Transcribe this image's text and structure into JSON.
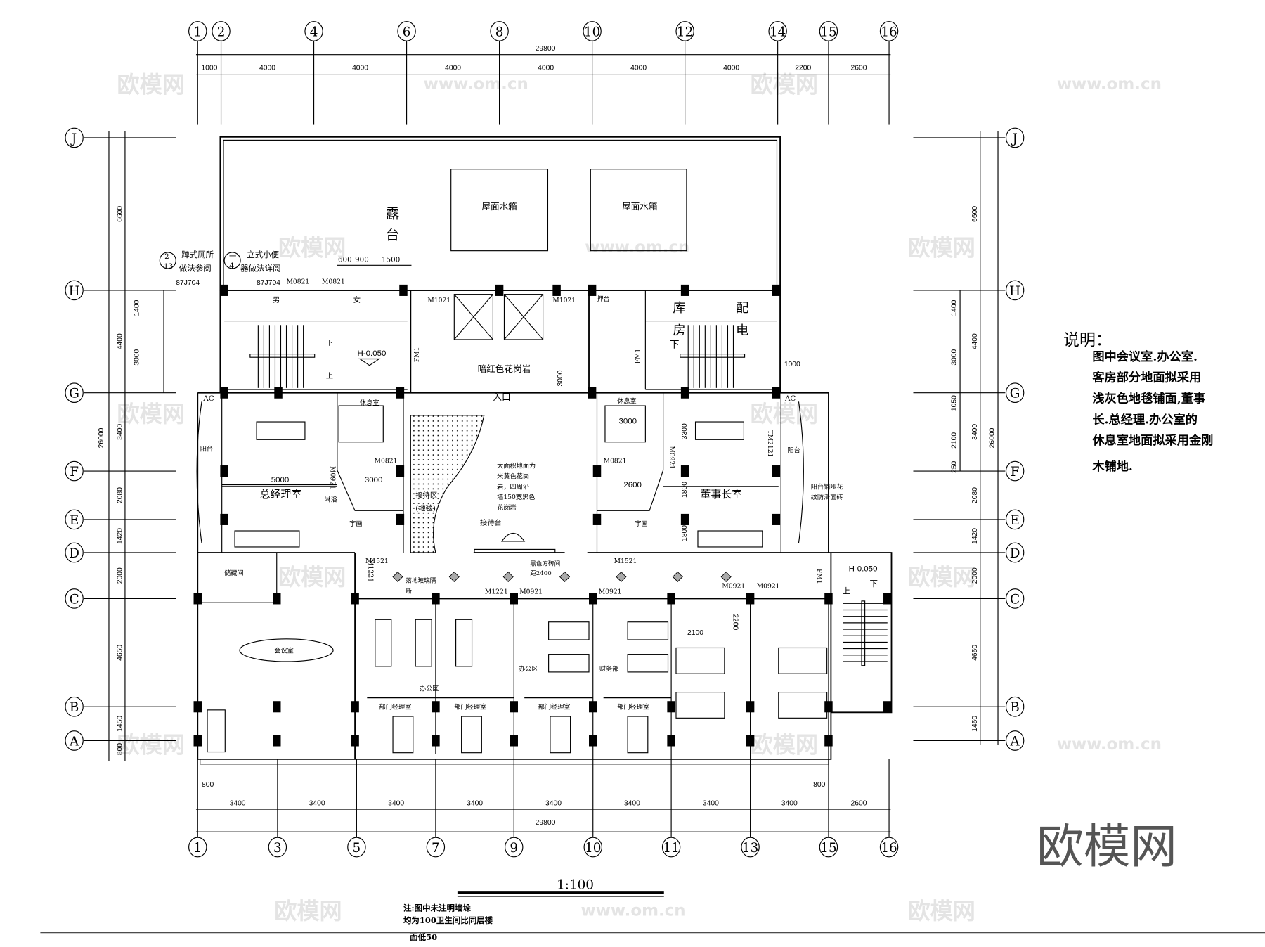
{
  "axes": {
    "top": [
      "1",
      "2",
      "4",
      "6",
      "8",
      "10",
      "12",
      "14",
      "15",
      "16"
    ],
    "bottom": [
      "1",
      "3",
      "5",
      "7",
      "9",
      "10",
      "11",
      "13",
      "15",
      "16"
    ],
    "rows": [
      "J",
      "H",
      "G",
      "F",
      "E",
      "D",
      "C",
      "B",
      "A"
    ]
  },
  "dimensions": {
    "top_total": "29800",
    "top_segments": [
      "1000",
      "4000",
      "4000",
      "4000",
      "4000",
      "4000",
      "4000",
      "2200",
      "2600"
    ],
    "bottom_total": "29800",
    "bottom_segments": [
      "3400",
      "3400",
      "3400",
      "3400",
      "3400",
      "3400",
      "3400",
      "3400",
      "2600"
    ],
    "bottom_offsets": [
      "800",
      "800"
    ],
    "left_total": "26000",
    "left_segments": [
      "6600",
      "4400",
      "3400",
      "2080",
      "1420",
      "2000",
      "4650",
      "1450",
      "800"
    ],
    "left_sub": [
      "1400",
      "3000"
    ],
    "right_total": "26000",
    "right_segments": [
      "6600",
      "4400",
      "3400",
      "2080",
      "1420",
      "2000",
      "4650",
      "1450"
    ],
    "right_sub": [
      "1400",
      "3000",
      "1050",
      "2100",
      "250"
    ]
  },
  "rooms": {
    "terrace": [
      "露",
      "台"
    ],
    "water_tank": "屋面水箱",
    "storage": [
      "库",
      "房"
    ],
    "power": [
      "配",
      "电"
    ],
    "men": "男",
    "women": "女",
    "lobby_floor": "暗红色花岗岩",
    "entrance": "入口",
    "rest_room": "休息室",
    "gm_office": "总经理室",
    "chairman_office": "董事长室",
    "balcony": "阳台",
    "ac": "AC",
    "reception_area": [
      "接待区",
      "(地毯)"
    ],
    "reception_desk": "接待台",
    "painting": "宇画",
    "shower": "淋浴",
    "storeroom": "储藏间",
    "meeting_room": "会议室",
    "office_area": "办公区",
    "finance": "财务部",
    "dept_manager": "部门经理室",
    "counter": "押台"
  },
  "annotations": {
    "squat_toilet": [
      "蹲式厕所",
      "做法参阅",
      "87J704"
    ],
    "squat_ref": [
      "2",
      "13"
    ],
    "urinal": [
      "立式小便",
      "器做法详阅",
      "87J704"
    ],
    "urinal_ref": [
      "一",
      "4"
    ],
    "toilet_dims": [
      "600",
      "900",
      "1500"
    ],
    "lobby_note": [
      "大面积地面为",
      "米黄色花岗",
      "岩，四周沿",
      "墙150宽黑色",
      "花岗岩"
    ],
    "balcony_note": [
      "阳台铺哑花",
      "纹防滑面砖"
    ],
    "glass_note": [
      "落地玻璃隔",
      "断"
    ],
    "tile_note": [
      "黑色方砖间",
      "距2400"
    ],
    "level": "H-0.050",
    "up": "上",
    "down": "下",
    "room_dims": [
      "5000",
      "3000",
      "3000",
      "2600",
      "3300",
      "1800",
      "1800",
      "3000",
      "1000",
      "2200",
      "2100"
    ]
  },
  "doors": {
    "m0821": "M0821",
    "m1021": "M1021",
    "m0921": "M0921",
    "m1521": "M1521",
    "m1221": "M1221",
    "fm1": "FM1",
    "tm2121": "TM2121"
  },
  "notes": {
    "title": "说明：",
    "lines": [
      "图中会议室.办公室.",
      "客房部分地面拟采用",
      "浅灰色地毯铺面,董事",
      "长.总经理.办公室的",
      "休息室地面拟采用金刚",
      "木铺地."
    ]
  },
  "scale": "1:100",
  "footnote": [
    "注:图中未注明墙垛",
    "均为100卫生间比同层楼",
    "面低50"
  ],
  "watermark": {
    "logo": "欧模网",
    "url": "www.om.cn"
  }
}
